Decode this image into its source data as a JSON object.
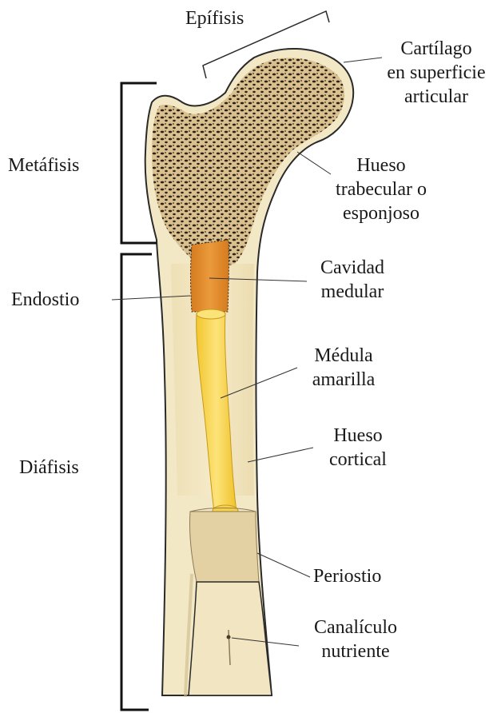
{
  "labels": {
    "epifisis": "Epífisis",
    "cartilago": [
      "Cartílago",
      "en superficie",
      "articular"
    ],
    "metafisis": "Metáfisis",
    "trabecular": [
      "Hueso",
      "trabecular o",
      "esponjoso"
    ],
    "endostio": "Endostio",
    "cavidad": [
      "Cavidad",
      "medular"
    ],
    "medula": [
      "Médula",
      "amarilla"
    ],
    "diafisis": "Diáfisis",
    "cortical": [
      "Hueso",
      "cortical"
    ],
    "periostio": "Periostio",
    "canaliculo": [
      "Canalículo",
      "nutriente"
    ]
  },
  "colors": {
    "bone_fill": "#f3e7c2",
    "bone_outline": "#2a2a2a",
    "spongy_fill": "#d8bd8a",
    "medullary_orange": "#e08c2a",
    "yellow_marrow": "#f8d84a",
    "periosteum_band": "#e4d3a8",
    "leader_line": "#333333"
  }
}
